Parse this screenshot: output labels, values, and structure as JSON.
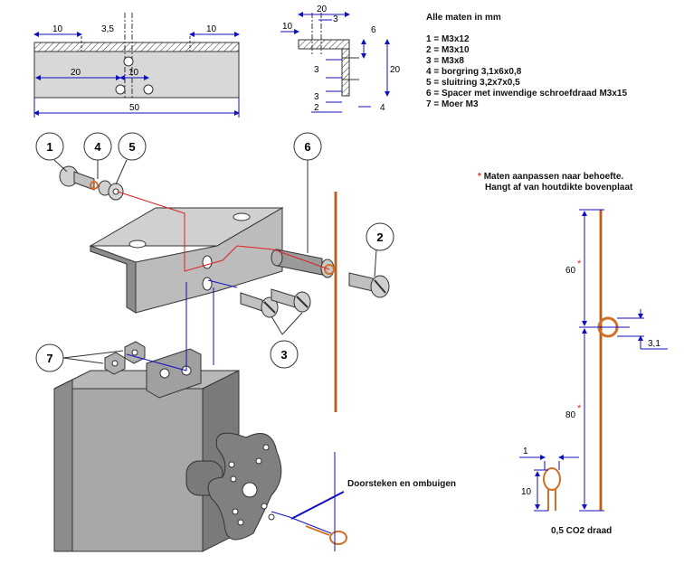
{
  "dims": {
    "top_view": {
      "d10_left": "10",
      "d3_5": "3,5",
      "d10_right": "10",
      "d20": "20",
      "d10_mid": "10",
      "d50": "50"
    },
    "side_view": {
      "d20": "20",
      "d3_top": "3",
      "d10": "10",
      "d6": "6",
      "d20_right": "20",
      "d3_a": "3",
      "d3_b": "3",
      "d2": "2",
      "d4": "4"
    },
    "wire_view": {
      "d60": "60",
      "d80": "80",
      "d3_1": "3,1",
      "d1": "1",
      "d10": "10",
      "star": "*"
    }
  },
  "legend": {
    "title": "Alle maten in mm",
    "items": [
      "1 = M3x12",
      "2 = M3x10",
      "3 = M3x8",
      "4 = borgring 3,1x6x0,8",
      "5 = sluitring 3,2x7x0,5",
      "6 = Spacer met inwendige schroefdraad M3x15",
      "7 = Moer M3"
    ]
  },
  "note": {
    "star": "*",
    "line1": "Maten aanpassen naar behoefte.",
    "line2": "Hangt af van houtdikte bovenplaat"
  },
  "callout_text": "Doorsteken en ombuigen",
  "wire_label": "0,5 CO2 draad",
  "part_labels": [
    "1",
    "4",
    "5",
    "6",
    "2",
    "3",
    "7"
  ],
  "colors": {
    "copper": "#d2702a",
    "steel": "#c8c8c8",
    "steel_dark": "#8a8a8a",
    "dim_blue": "#1010c0",
    "red_line": "#e02020"
  }
}
